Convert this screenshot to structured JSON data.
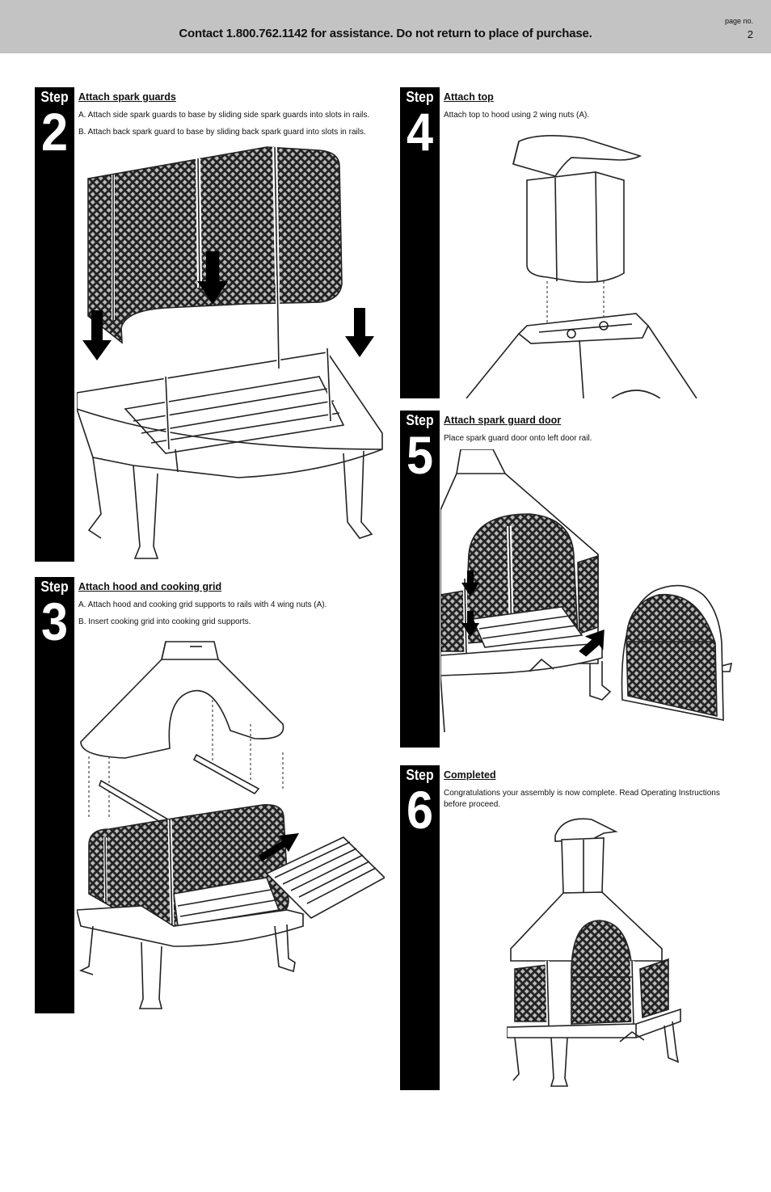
{
  "header": {
    "contact": "Contact 1.800.762.1142 for assistance. Do not return to place of purchase.",
    "page_label": "page no.",
    "page_number": "2"
  },
  "step_word": "Step",
  "steps": [
    {
      "number": "2",
      "title": "Attach spark guards",
      "lines": [
        "A. Attach side spark guards to base by sliding side spark guards into slots in rails.",
        "B. Attach back spark guard to base by sliding back spark guard into slots in rails."
      ]
    },
    {
      "number": "3",
      "title": "Attach hood and cooking grid",
      "lines": [
        "A. Attach hood and cooking grid supports to rails with 4 wing nuts (A).",
        "B. Insert cooking grid into cooking grid supports."
      ]
    },
    {
      "number": "4",
      "title": "Attach top",
      "lines": [
        "Attach top to hood using 2 wing nuts (A)."
      ]
    },
    {
      "number": "5",
      "title": "Attach spark guard door",
      "lines": [
        "Place spark guard door onto left door rail."
      ]
    },
    {
      "number": "6",
      "title": "Completed",
      "lines": [
        "Congratulations your assembly is now complete.  Read Operating Instructions",
        "before proceed."
      ]
    }
  ],
  "colors": {
    "header_bg": "#c3c3c3",
    "step_bar": "#000000"
  }
}
